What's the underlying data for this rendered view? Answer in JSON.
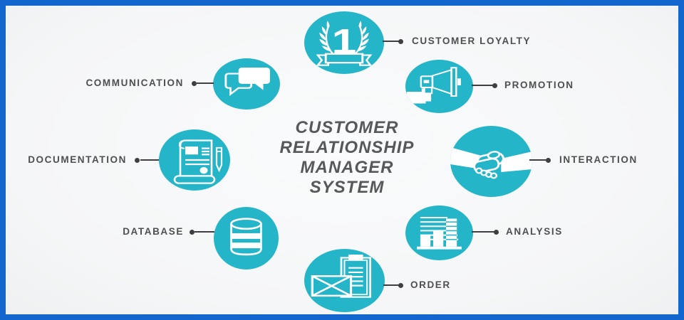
{
  "title": {
    "lines": [
      "CUSTOMER",
      "RELATIONSHIP",
      "MANAGER",
      "SYSTEM"
    ]
  },
  "items": [
    {
      "id": "customer-loyalty",
      "label": "CUSTOMER LOYALTY",
      "icon": "first-place-laurel-icon",
      "side": "right"
    },
    {
      "id": "promotion",
      "label": "PROMOTION",
      "icon": "megaphone-icon",
      "side": "right"
    },
    {
      "id": "interaction",
      "label": "INTERACTION",
      "icon": "handshake-icon",
      "side": "right"
    },
    {
      "id": "analysis",
      "label": "ANALYSIS",
      "icon": "bar-chart-icon",
      "side": "right"
    },
    {
      "id": "order",
      "label": "ORDER",
      "icon": "envelope-clipboard-icon",
      "side": "right"
    },
    {
      "id": "database",
      "label": "DATABASE",
      "icon": "database-cylinder-icon",
      "side": "left"
    },
    {
      "id": "documentation",
      "label": "DOCUMENTATION",
      "icon": "scroll-pen-icon",
      "side": "left"
    },
    {
      "id": "communication",
      "label": "COMMUNICATION",
      "icon": "speech-bubbles-icon",
      "side": "left"
    }
  ],
  "colors": {
    "circle_teal": "#24b5c9",
    "frame_blue": "#1366cd",
    "background": "#f7f8f9",
    "label_gray": "#4e4f51",
    "title_gray": "#57585a",
    "connector": "#3f3f41"
  }
}
